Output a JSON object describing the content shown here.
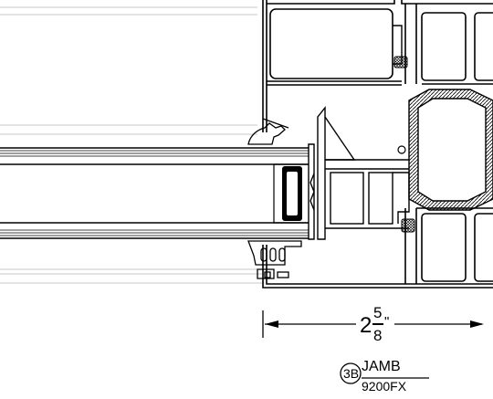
{
  "dimension": {
    "whole": "2",
    "numerator": "5",
    "denominator": "8",
    "unit": "\""
  },
  "detail_tag": {
    "id": "3B",
    "title": "JAMB",
    "model": "9200FX"
  }
}
